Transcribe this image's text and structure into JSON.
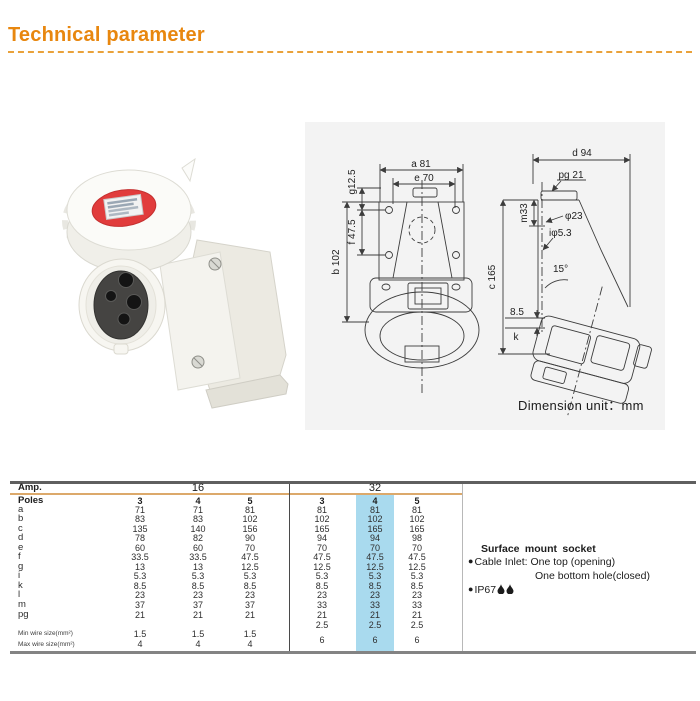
{
  "header": {
    "title": "Technical parameter"
  },
  "drawing": {
    "front": {
      "a": "a 81",
      "e": "e 70",
      "g": "g12.5",
      "f": "f 47.5",
      "b": "b 102"
    },
    "side": {
      "d": "d 94",
      "pg": "pg 21",
      "m": "m33",
      "phi": "φ23",
      "iphi": "iφ5.3",
      "angle": "15°",
      "c": "c 165",
      "gap": "8.5",
      "k": "k"
    },
    "unit": "Dimension unit：mm"
  },
  "table": {
    "amp_label": "Amp.",
    "poles_label": "Poles",
    "sections": [
      {
        "amp": "16"
      },
      {
        "amp": "32"
      }
    ],
    "row_labels": [
      "a",
      "b",
      "c",
      "d",
      "e",
      "f",
      "g",
      "i",
      "k",
      "l",
      "m",
      "pg"
    ],
    "columns": [
      {
        "amp": "16",
        "poles": "3",
        "highlight": false,
        "values": [
          71,
          83,
          135,
          78,
          60,
          33.5,
          13,
          5.3,
          8.5,
          23,
          37,
          21
        ],
        "min": "1.5",
        "max": "4"
      },
      {
        "amp": "16",
        "poles": "4",
        "highlight": false,
        "values": [
          71,
          83,
          140,
          82,
          60,
          33.5,
          13,
          5.3,
          8.5,
          23,
          37,
          21
        ],
        "min": "1.5",
        "max": "4"
      },
      {
        "amp": "16",
        "poles": "5",
        "highlight": false,
        "values": [
          81,
          102,
          156,
          90,
          70,
          47.5,
          12.5,
          5.3,
          8.5,
          23,
          37,
          21
        ],
        "min": "1.5",
        "max": "4"
      },
      {
        "amp": "32",
        "poles": "3",
        "highlight": false,
        "values": [
          81,
          102,
          165,
          94,
          70,
          47.5,
          12.5,
          5.3,
          8.5,
          23,
          33,
          21
        ],
        "min": "2.5",
        "max": "6"
      },
      {
        "amp": "32",
        "poles": "4",
        "highlight": true,
        "values": [
          81,
          102,
          165,
          94,
          70,
          47.5,
          12.5,
          5.3,
          8.5,
          23,
          33,
          21
        ],
        "min": "2.5",
        "max": "6"
      },
      {
        "amp": "32",
        "poles": "5",
        "highlight": false,
        "values": [
          81,
          102,
          165,
          98,
          70,
          47.5,
          12.5,
          5.3,
          8.5,
          23,
          33,
          21
        ],
        "min": "2.5",
        "max": "6"
      }
    ],
    "min_label": "Min wire size(mm²)",
    "max_label": "Max wire size(mm²)"
  },
  "notes": {
    "title": "Surface mount socket",
    "bullet": "●",
    "item1": "Cable Inlet: One top (opening)",
    "item2": "One bottom hole(closed)",
    "item3": "IP67"
  },
  "colors": {
    "accent_orange": "#E8870F",
    "dash_orange": "#E9A23B",
    "table_rule_tan": "#DCA96B",
    "highlight_blue": "#A9DAEE",
    "cap_red": "#E13C3C"
  }
}
